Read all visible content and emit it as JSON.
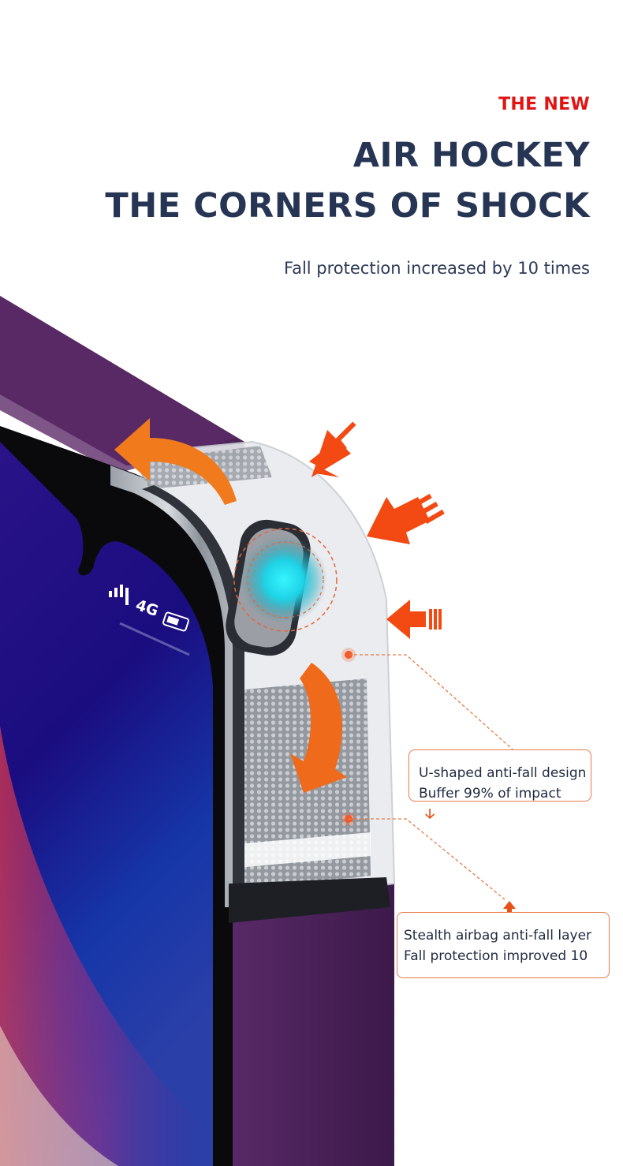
{
  "header": {
    "eyebrow": "THE NEW",
    "title_line_1": "AIR HOCKEY",
    "title_line_2": "THE CORNERS OF SHOCK",
    "subtitle": "Fall protection increased by 10 times"
  },
  "phone": {
    "network": "4G"
  },
  "callouts": [
    {
      "line_1": "U-shaped anti-fall design",
      "line_2": "Buffer 99% of impact"
    },
    {
      "line_1": "Stealth airbag anti-fall layer",
      "line_2": "Fall protection improved 10"
    }
  ],
  "colors": {
    "accent_red": "#e11414",
    "title_navy": "#263554",
    "arrow_orange": "#f07a1c",
    "impact_red": "#f24a12",
    "case_purple": "#4a2156"
  }
}
